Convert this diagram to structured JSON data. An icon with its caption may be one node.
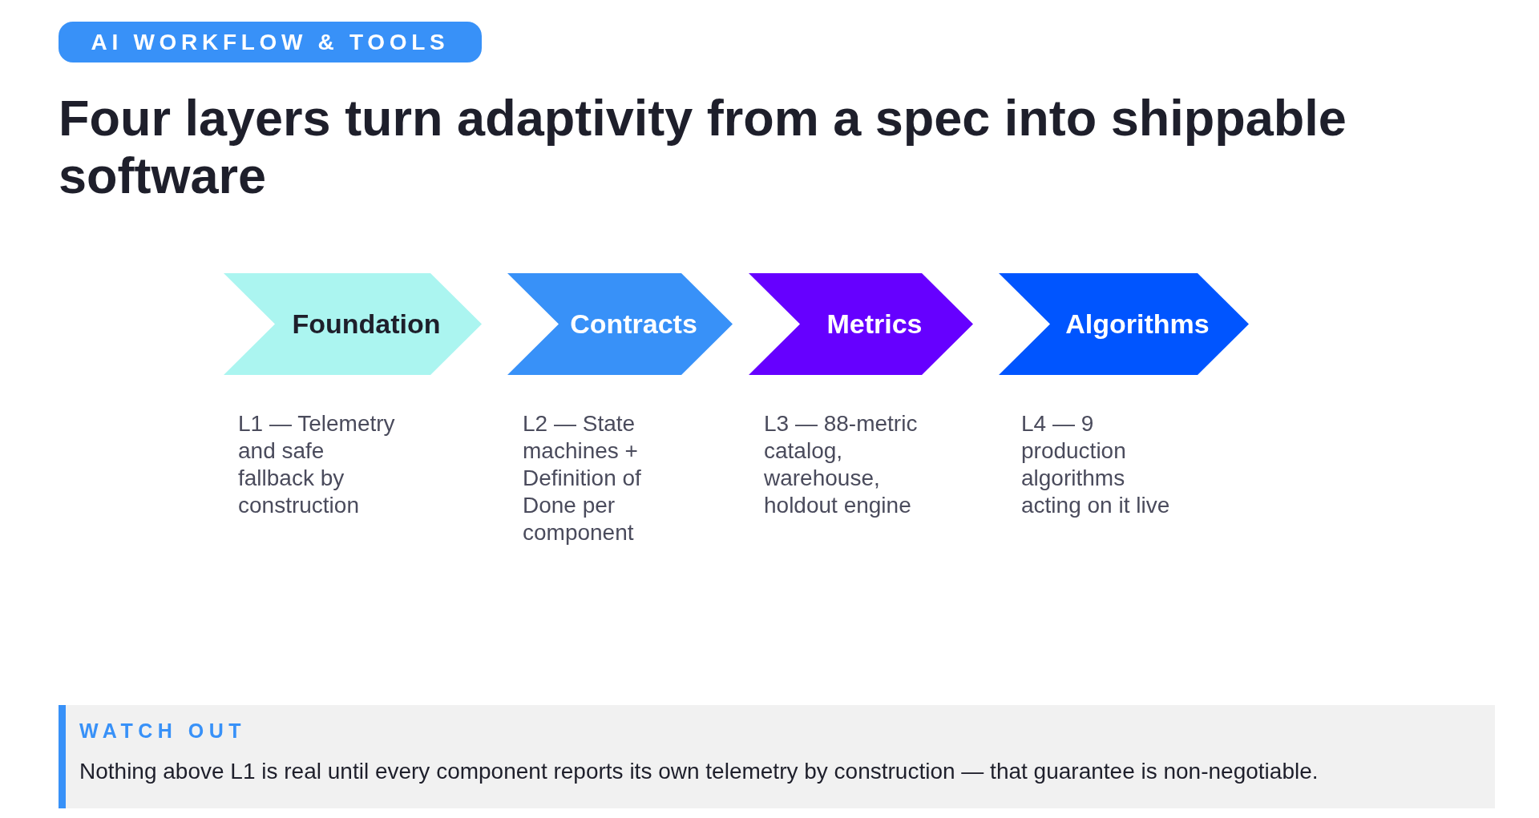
{
  "diagram": {
    "title": "Four layers turn adaptivity from a spec into shippable software",
    "nodes": [
      {
        "text": [
          "AI WORKFLOW & TOOLS"
        ]
      },
      {
        "text": [
          "Foundation"
        ],
        "beside": [
          "L1 — Telemetry and safe fallback by construction"
        ]
      },
      {
        "text": [
          "Contracts"
        ],
        "beside": [
          "L2 — State machines + Definition of Done per component"
        ]
      },
      {
        "text": [
          "Metrics"
        ],
        "beside": [
          "L3 — 88-metric catalog, warehouse, holdout engine"
        ]
      },
      {
        "text": [
          "Algorithms"
        ],
        "beside": [
          "L4 — 9 production algorithms acting on it live"
        ]
      },
      {
        "text": [
          "WATCH OUT",
          "Nothing above L1 is real until every component reports its own telemetry by construction — that guarantee is non-negotiable."
        ]
      }
    ]
  }
}
